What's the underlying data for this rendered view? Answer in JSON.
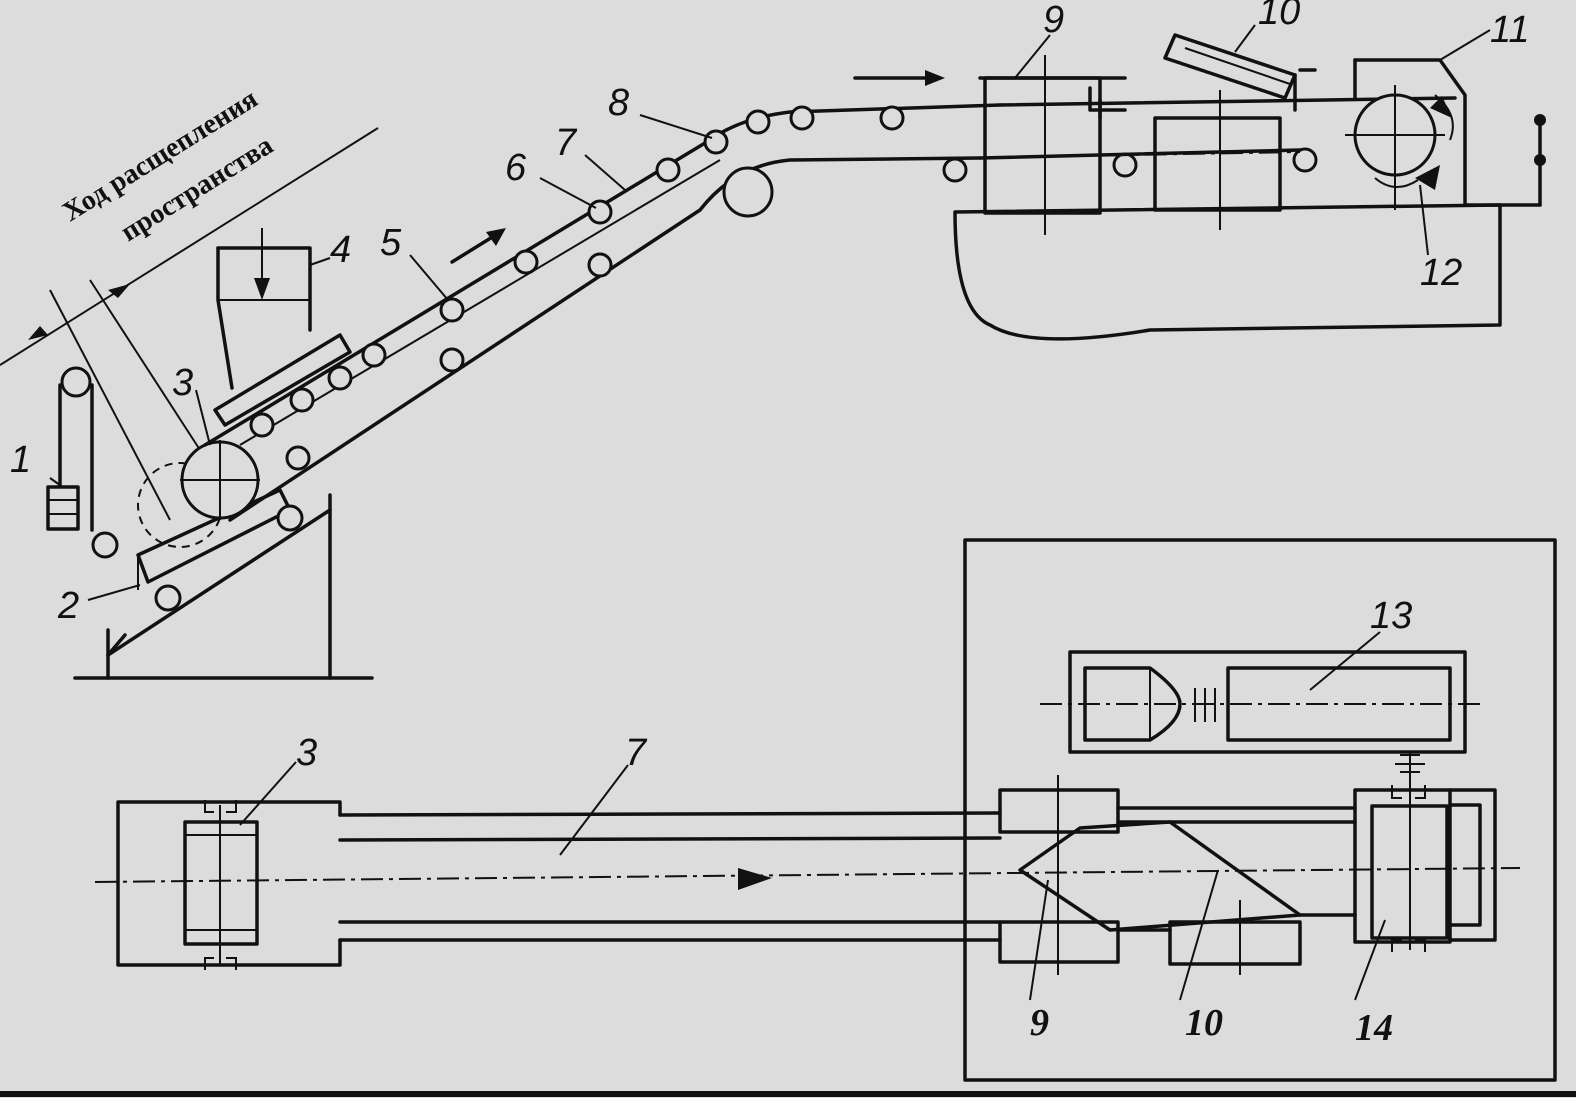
{
  "caption": {
    "line1": "Ход расщепления",
    "line2": "пространства"
  },
  "side_view_labels": {
    "n1": "1",
    "n2": "2",
    "n3": "3",
    "n4": "4",
    "n5": "5",
    "n6": "6",
    "n7": "7",
    "n8": "8",
    "n9": "9",
    "n10": "10",
    "n11": "11",
    "n12": "12"
  },
  "plan_view_labels": {
    "n3": "3",
    "n7": "7",
    "n9": "9",
    "n10": "10",
    "n13": "13",
    "n14": "14"
  },
  "icons": [
    "flow-arrow-icon",
    "feed-arrow-icon",
    "rotation-arrow-icon"
  ],
  "colors": {
    "ink": "#111111",
    "paper": "#dcdcdc"
  }
}
